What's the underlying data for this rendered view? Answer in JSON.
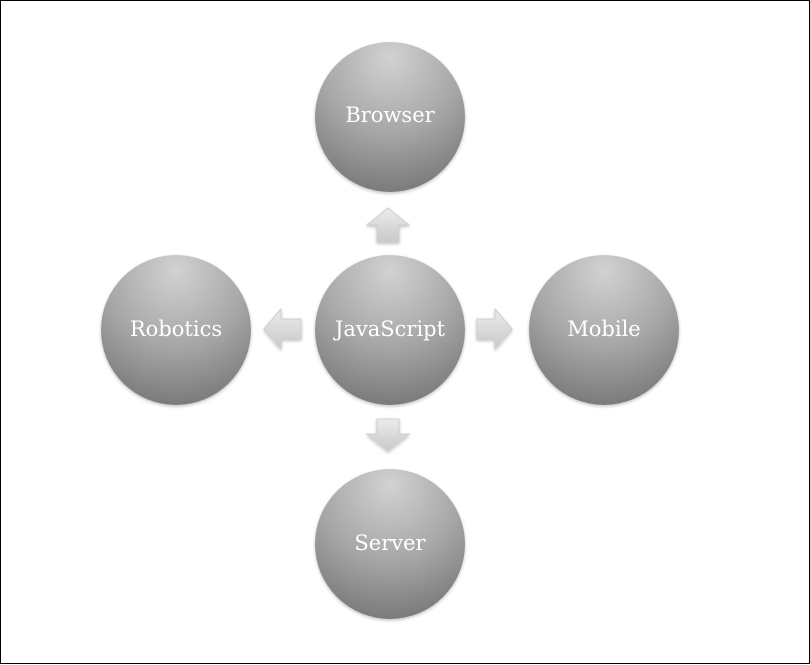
{
  "diagram": {
    "center": {
      "label": "JavaScript"
    },
    "nodes": {
      "top": {
        "label": "Browser"
      },
      "left": {
        "label": "Robotics"
      },
      "right": {
        "label": "Mobile"
      },
      "bottom": {
        "label": "Server"
      }
    }
  },
  "colors": {
    "node_light": "#c9c9c9",
    "node_dark": "#7a7a7a",
    "arrow_light": "#e6e6e6",
    "arrow_dark": "#c4c4c4",
    "text": "#ffffff",
    "border": "#000000"
  }
}
